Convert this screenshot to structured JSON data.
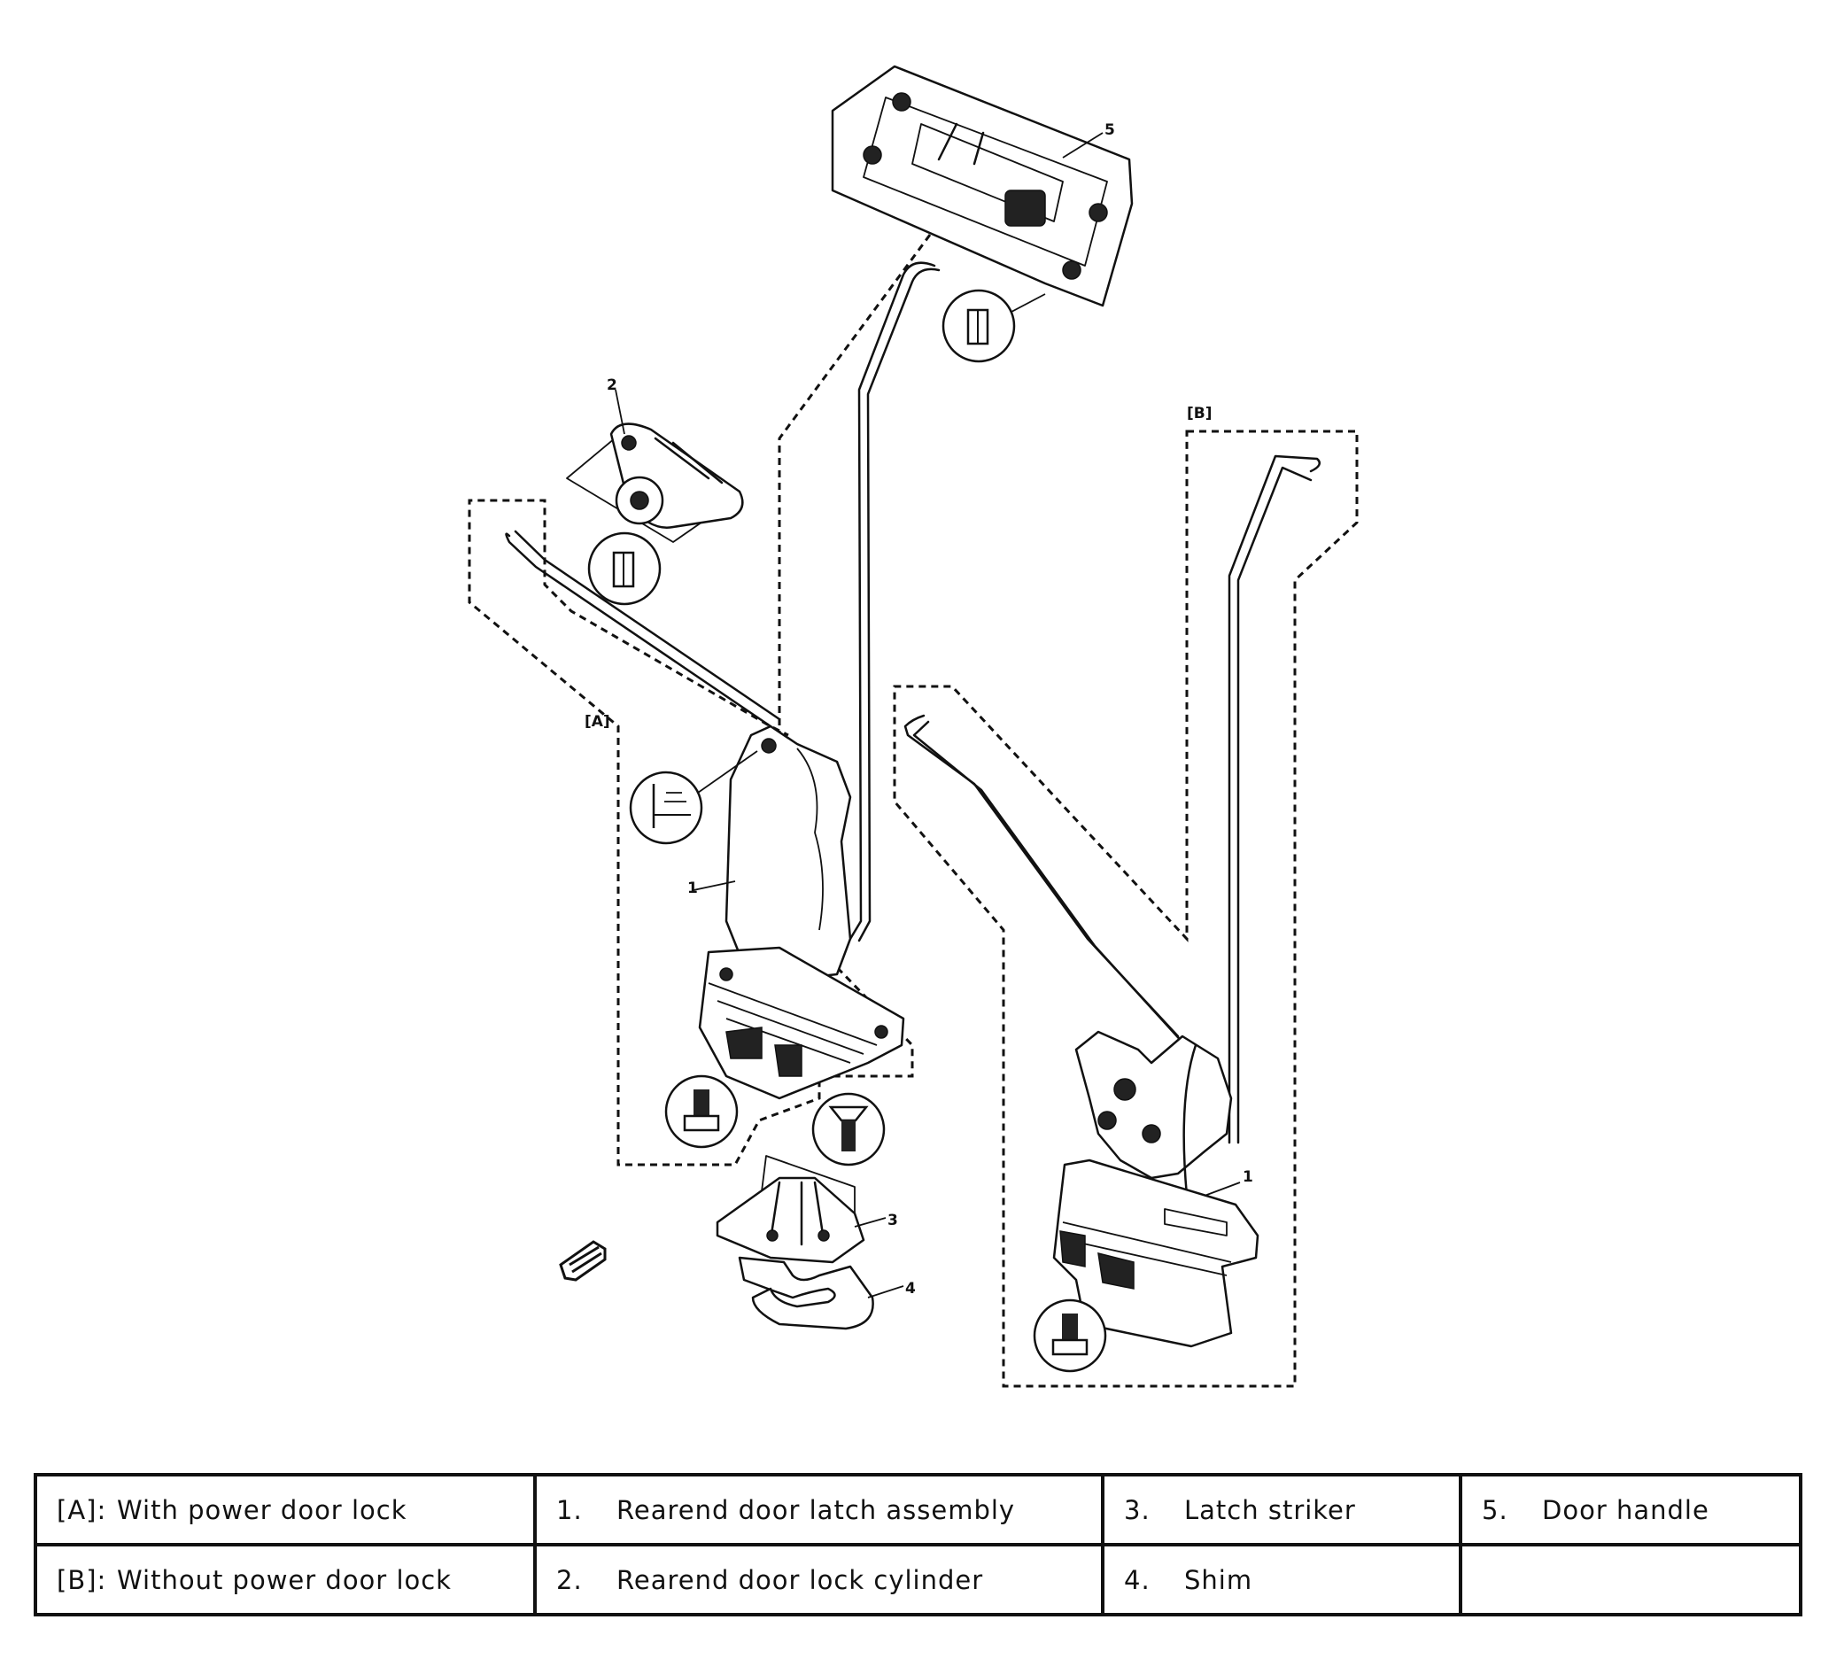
{
  "diagram": {
    "callouts": {
      "a": "[A]",
      "b": "[B]",
      "n1a": "1",
      "n1b": "1",
      "n2": "2",
      "n3": "3",
      "n4": "4",
      "n5": "5"
    },
    "icons": [
      "grease-apply-icon",
      "bolt-tighten-icon",
      "screw-icon",
      "front-arrow-icon"
    ]
  },
  "legend": {
    "rows": [
      [
        {
          "key": "[A]:",
          "text": "With power door lock"
        },
        {
          "key": "1.",
          "text": "Rearend door latch assembly"
        },
        {
          "key": "3.",
          "text": "Latch striker"
        },
        {
          "key": "5.",
          "text": "Door handle"
        }
      ],
      [
        {
          "key": "[B]:",
          "text": "Without power door lock"
        },
        {
          "key": "2.",
          "text": "Rearend door lock cylinder"
        },
        {
          "key": "4.",
          "text": "Shim"
        },
        {
          "key": "",
          "text": ""
        }
      ]
    ]
  }
}
